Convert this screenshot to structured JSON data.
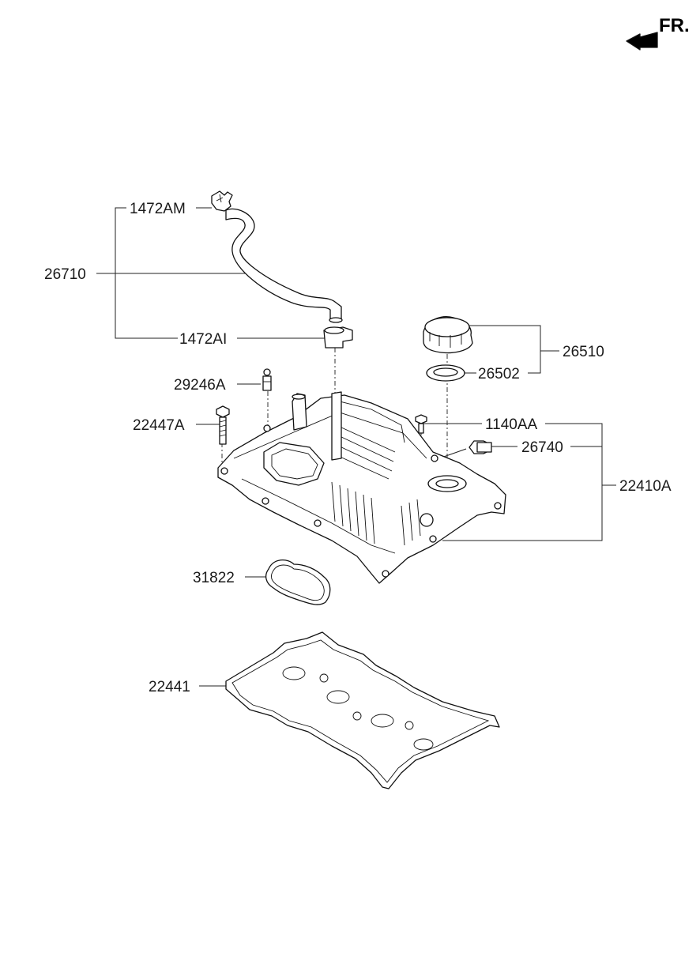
{
  "orientation": {
    "label": "FR."
  },
  "callouts": {
    "c1472AM": "1472AM",
    "c26710": "26710",
    "c1472AI": "1472AI",
    "c26510": "26510",
    "c26502": "26502",
    "c29246A": "29246A",
    "c22447A": "22447A",
    "c1140AA": "1140AA",
    "c26740": "26740",
    "c22410A": "22410A",
    "c31822": "31822",
    "c22441": "22441"
  }
}
